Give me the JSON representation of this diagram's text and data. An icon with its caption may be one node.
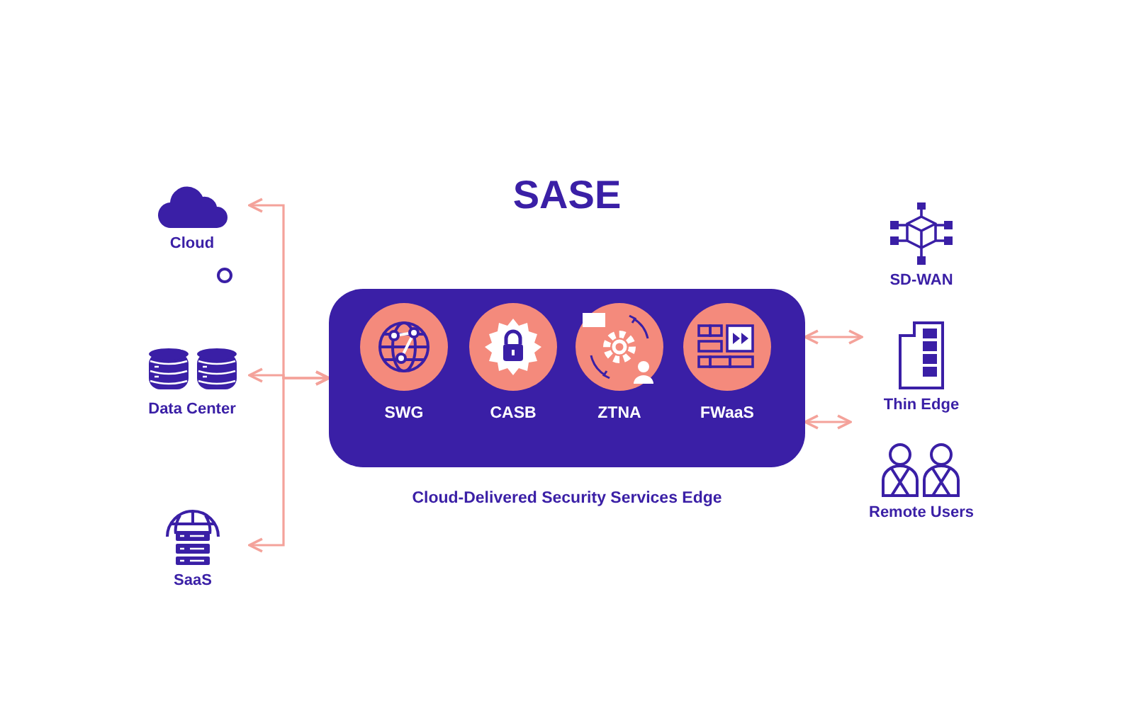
{
  "diagram": {
    "title": "SASE",
    "nodes": [
      {
        "text": [],
        "shape": "box",
        "beside": [
          "Cloud-Delivered Security Services Edge"
        ]
      },
      {
        "text": [
          "SWG"
        ],
        "in": 0
      },
      {
        "text": [
          "CASB"
        ],
        "in": 0
      },
      {
        "text": [
          "ZTNA"
        ],
        "in": 0
      },
      {
        "text": [
          "FWaaS"
        ],
        "in": 0
      },
      {
        "text": [
          "Cloud"
        ]
      },
      {
        "text": [
          "Data Center"
        ]
      },
      {
        "text": [
          "SaaS"
        ]
      },
      {
        "text": [
          "SD-WAN"
        ]
      },
      {
        "text": [
          "Thin Edge"
        ]
      },
      {
        "text": [
          "Remote Users"
        ]
      }
    ],
    "edges": [
      {
        "from": 0,
        "to": 5,
        "arrow": "both"
      },
      {
        "from": 0,
        "to": 6,
        "arrow": "both"
      },
      {
        "from": 0,
        "to": 7,
        "arrow": "both"
      },
      {
        "from": 0,
        "to": 9,
        "arrow": "both"
      },
      {
        "from": 0,
        "to": 10,
        "arrow": "both"
      }
    ]
  }
}
